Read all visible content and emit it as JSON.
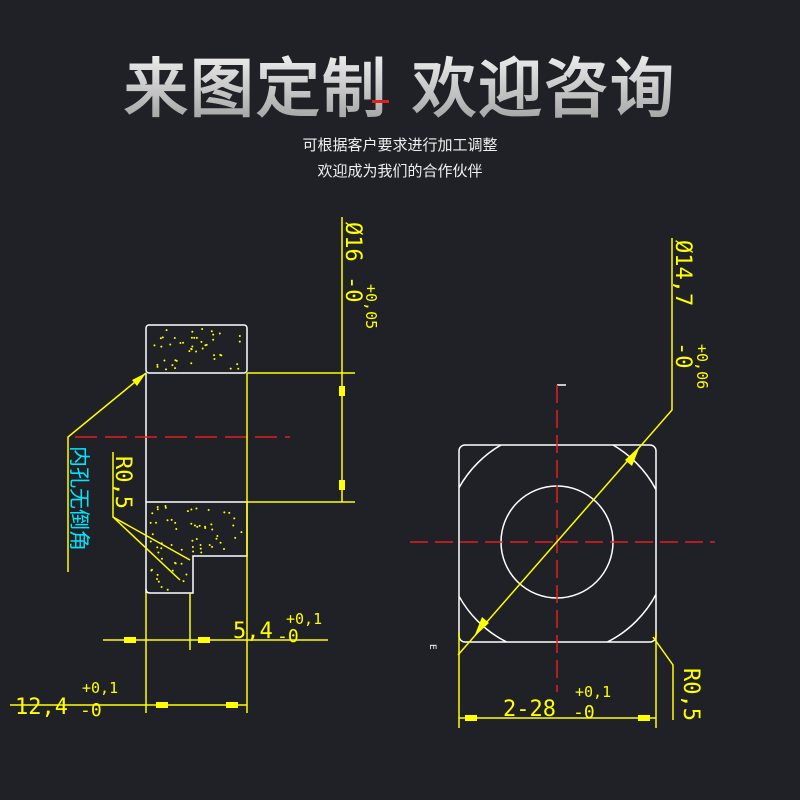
{
  "header": {
    "title": "来图定制 欢迎咨询",
    "subtitle_lines": [
      "可根据客户要求进行加工调整",
      "欢迎成为我们的合作伙伴"
    ]
  },
  "left_drawing": {
    "outer_diameter": {
      "main": "Ø16",
      "lower_tol": "-0",
      "upper_tol": "+0,05"
    },
    "note": "内孔无倒角",
    "radius": "R0,5",
    "step_width": {
      "main": "5,4",
      "lower_tol": "-0",
      "upper_tol": "+0,1"
    },
    "total_width": {
      "main": "12,4",
      "lower_tol": "-0",
      "upper_tol": "+0,1"
    }
  },
  "right_drawing": {
    "diameter": {
      "main": "Ø14,7",
      "lower_tol": "-0",
      "upper_tol": "+0,06"
    },
    "radius": "R0,5",
    "side": {
      "main": "2-28",
      "lower_tol": "-0",
      "upper_tol": "+0,1"
    },
    "small_mark": "E"
  },
  "colors": {
    "background": "#1f2126",
    "dimension": "#ffff00",
    "outline": "#ffffff",
    "centerline": "#e0201e",
    "note": "#00e5ff"
  }
}
